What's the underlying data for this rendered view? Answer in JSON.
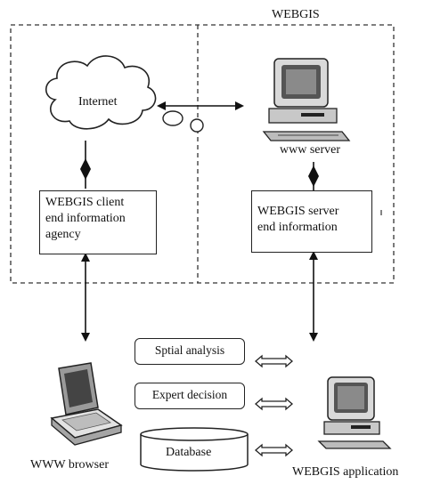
{
  "diagram": {
    "title": "WEBGIS",
    "internet_label": "Internet",
    "www_server_label": "www server",
    "client_box": {
      "line1": "WEBGIS client",
      "line2": "end information",
      "line3": "agency"
    },
    "server_box": {
      "line1": "WEBGIS server",
      "line2": "end information"
    },
    "modules": {
      "spatial_analysis": "Sptial analysis",
      "expert_decision": "Expert decision",
      "database": "Database"
    },
    "www_browser_label": "WWW browser",
    "application_label": "WEBGIS application"
  }
}
